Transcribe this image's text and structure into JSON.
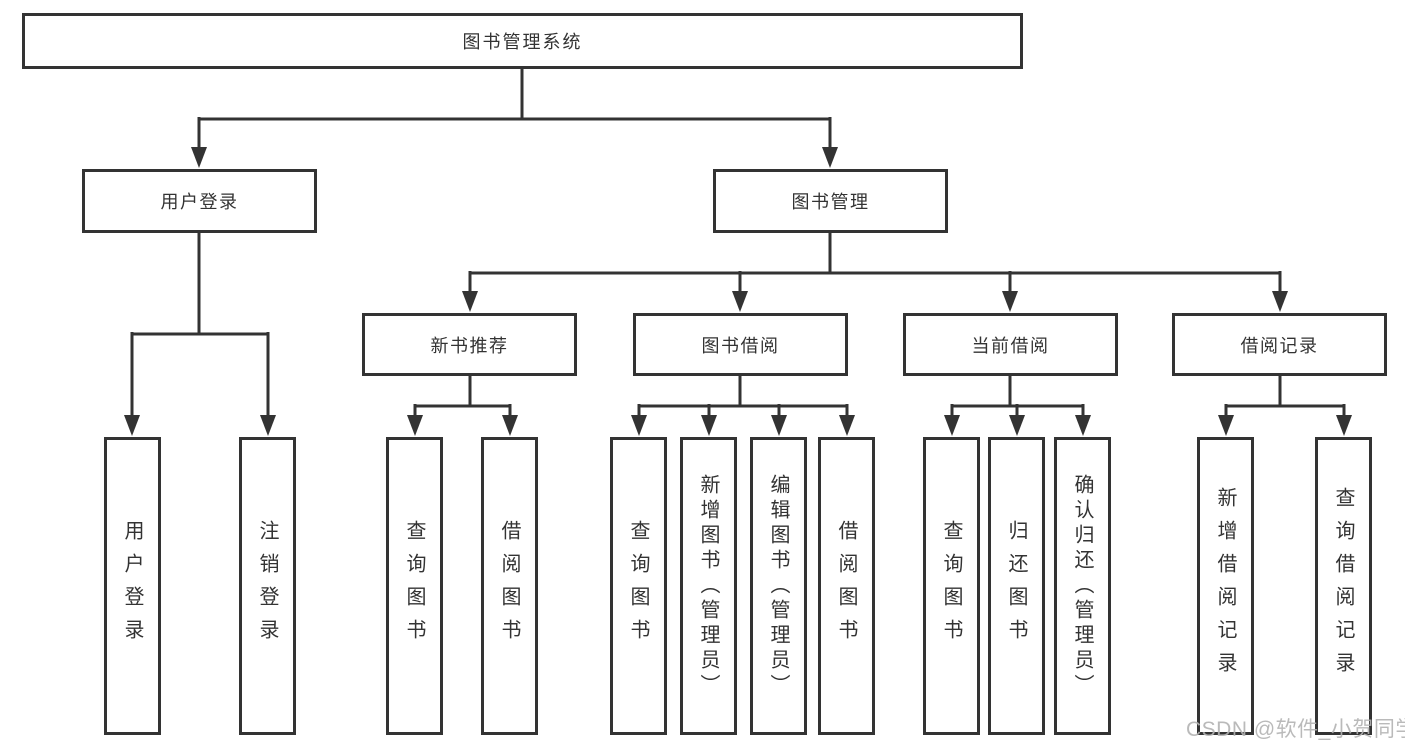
{
  "colors": {
    "line": "#333333",
    "text": "#333333",
    "box_background": "#ffffff",
    "page_background": "#ffffff",
    "watermark": "#b3b3b3"
  },
  "tree": {
    "root": "图书管理系统",
    "children": [
      {
        "label": "用户登录",
        "children": [
          {
            "label": "用户登录"
          },
          {
            "label": "注销登录"
          }
        ]
      },
      {
        "label": "图书管理",
        "children": [
          {
            "label": "新书推荐",
            "children": [
              {
                "label": "查询图书"
              },
              {
                "label": "借阅图书"
              }
            ]
          },
          {
            "label": "图书借阅",
            "children": [
              {
                "label": "查询图书"
              },
              {
                "label": "新增图书（管理员）"
              },
              {
                "label": "编辑图书（管理员）"
              },
              {
                "label": "借阅图书"
              }
            ]
          },
          {
            "label": "当前借阅",
            "children": [
              {
                "label": "查询图书"
              },
              {
                "label": "归还图书"
              },
              {
                "label": "确认归还（管理员）"
              }
            ]
          },
          {
            "label": "借阅记录",
            "children": [
              {
                "label": "新增借阅记录"
              },
              {
                "label": "查询借阅记录"
              }
            ]
          }
        ]
      }
    ]
  },
  "watermark": {
    "text": "CSDN @软件_小贺同学"
  }
}
